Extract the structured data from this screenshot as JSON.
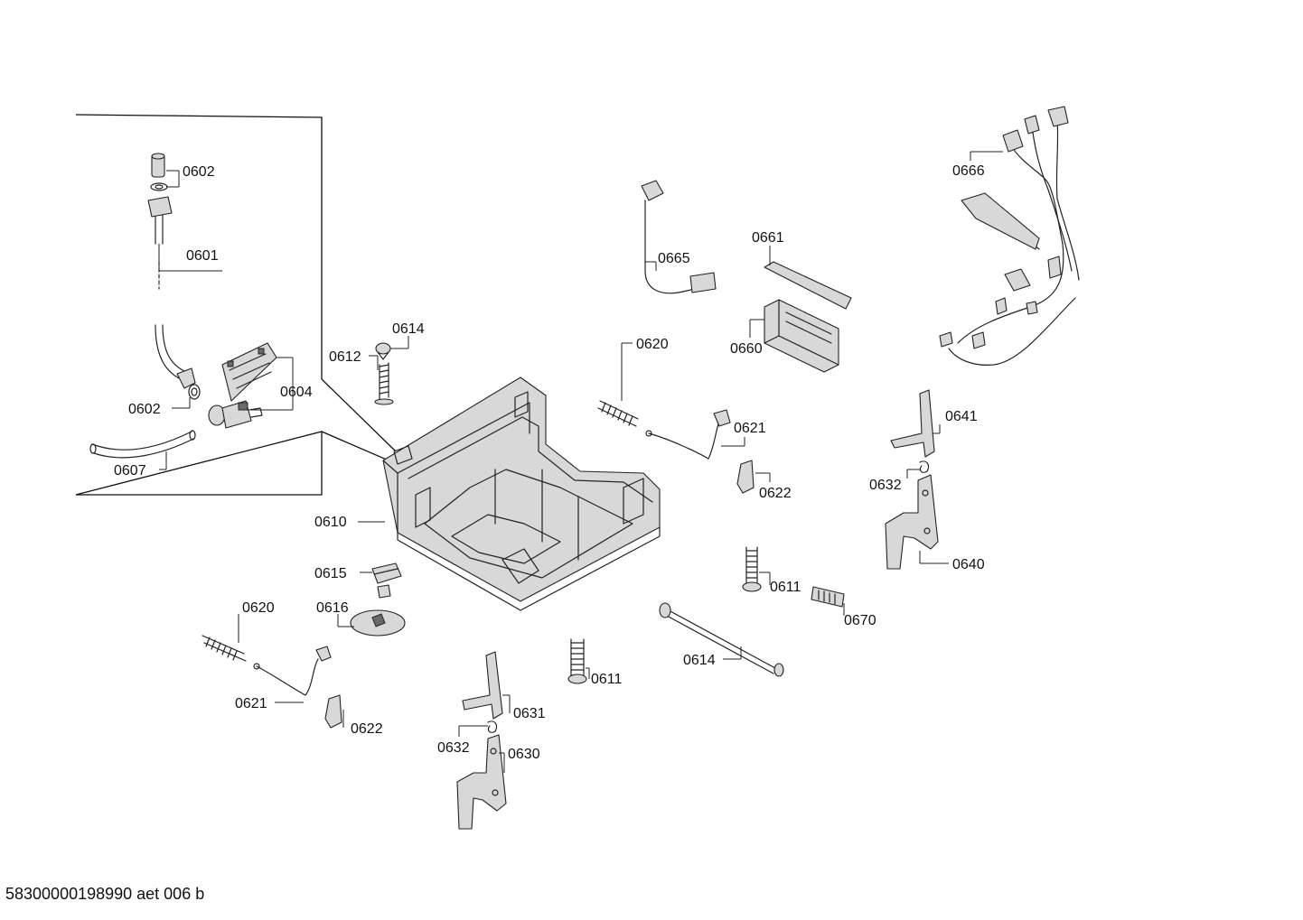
{
  "diagram": {
    "labels": {
      "p0602a": "0602",
      "p0601": "0601",
      "p0602b": "0602",
      "p0604": "0604",
      "p0607": "0607",
      "p0612": "0612",
      "p0614a": "0614",
      "p0610": "0610",
      "p0615": "0615",
      "p0616": "0616",
      "p0620a": "0620",
      "p0621a": "0621",
      "p0622a": "0622",
      "p0665": "0665",
      "p0661": "0661",
      "p0660": "0660",
      "p0620b": "0620",
      "p0621b": "0621",
      "p0622b": "0622",
      "p0666": "0666",
      "p0641": "0641",
      "p0632a": "0632",
      "p0640": "0640",
      "p0611a": "0611",
      "p0670": "0670",
      "p0614b": "0614",
      "p0611b": "0611",
      "p0631": "0631",
      "p0632b": "0632",
      "p0630": "0630"
    }
  },
  "footer": {
    "code": "58300000198990 aet 006 b"
  }
}
